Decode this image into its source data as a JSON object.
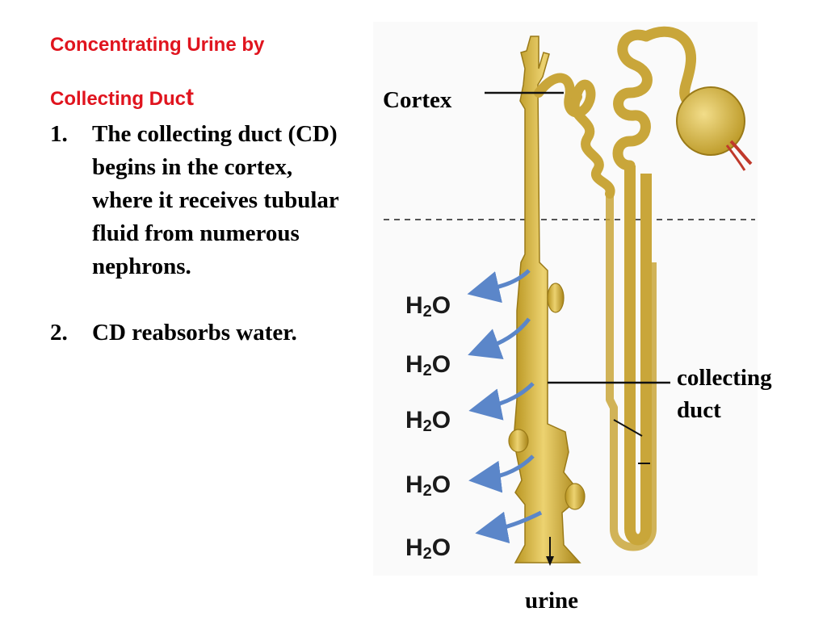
{
  "title": {
    "line1": "Concentrating Urine by",
    "line2_main": "Collecting Duc",
    "line2_end": "t"
  },
  "points": [
    {
      "number": "1.",
      "text": "The collecting duct (CD) begins in the cortex, where it receives tubular fluid from numerous nephrons."
    },
    {
      "number": "2.",
      "text": "CD reabsorbs water."
    }
  ],
  "labels": {
    "cortex": "Cortex",
    "collecting_duct": "collecting duct",
    "urine": "urine"
  },
  "water": {
    "symbol_h": "H",
    "symbol_sub": "2",
    "symbol_o": "O",
    "count": 5
  },
  "colors": {
    "title": "#e0141e",
    "tubule_fill": "#d9b84a",
    "tubule_stroke": "#9a7a18",
    "arrow": "#5b86c9"
  }
}
